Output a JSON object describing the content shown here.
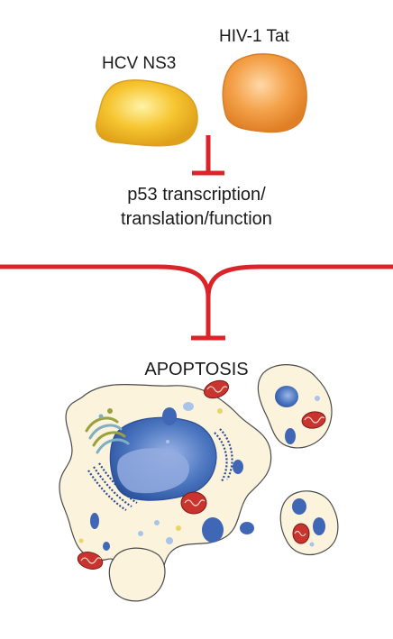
{
  "labels": {
    "hcv": "HCV NS3",
    "hiv": "HIV-1 Tat",
    "p53_line1": "p53 transcription/",
    "p53_line2": "translation/function",
    "apoptosis": "APOPTOSIS"
  },
  "colors": {
    "inhibition": "#d9252a",
    "hcv_fill": "#f6c531",
    "hiv_fill": "#f4a24a",
    "cytoplasm": "#fbf3dc",
    "nucleus": "#4e78c2",
    "mitochondria": "#b5282d"
  }
}
